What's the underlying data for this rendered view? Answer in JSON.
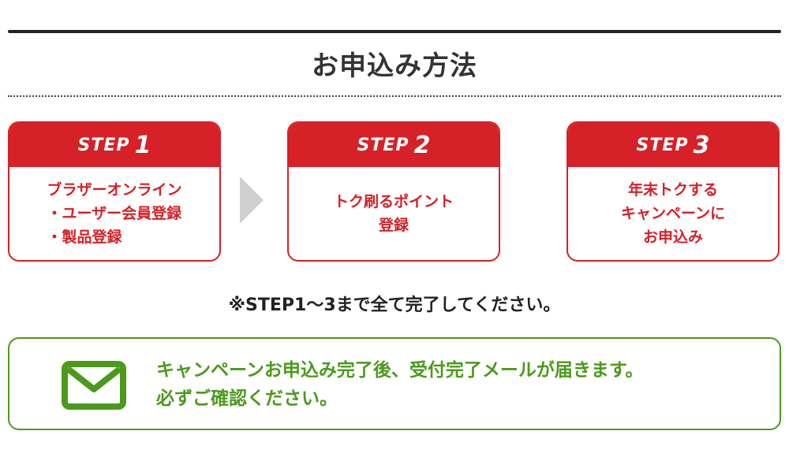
{
  "title": "お申込み方法",
  "steps": [
    {
      "word": "STEP",
      "number": "1",
      "lines": [
        "ブラザーオンライン",
        "・ユーザー会員登録",
        "・製品登録"
      ]
    },
    {
      "word": "STEP",
      "number": "2",
      "lines": [
        "トク刷るポイント",
        "登録"
      ]
    },
    {
      "word": "STEP",
      "number": "3",
      "lines": [
        "年末トクする",
        "キャンペーンに",
        "お申込み"
      ]
    }
  ],
  "note": "※STEP1～3まで全て完了してください。",
  "notice": {
    "line1": "キャンペーンお申込み完了後、受付完了メールが届きます。",
    "line2": "必ずご確認ください。"
  },
  "colors": {
    "accent_red": "#d52127",
    "accent_green": "#4b9a1c",
    "arrow_gray": "#cfcfcf"
  },
  "icons": [
    "chevron-right-icon",
    "mail-icon"
  ]
}
